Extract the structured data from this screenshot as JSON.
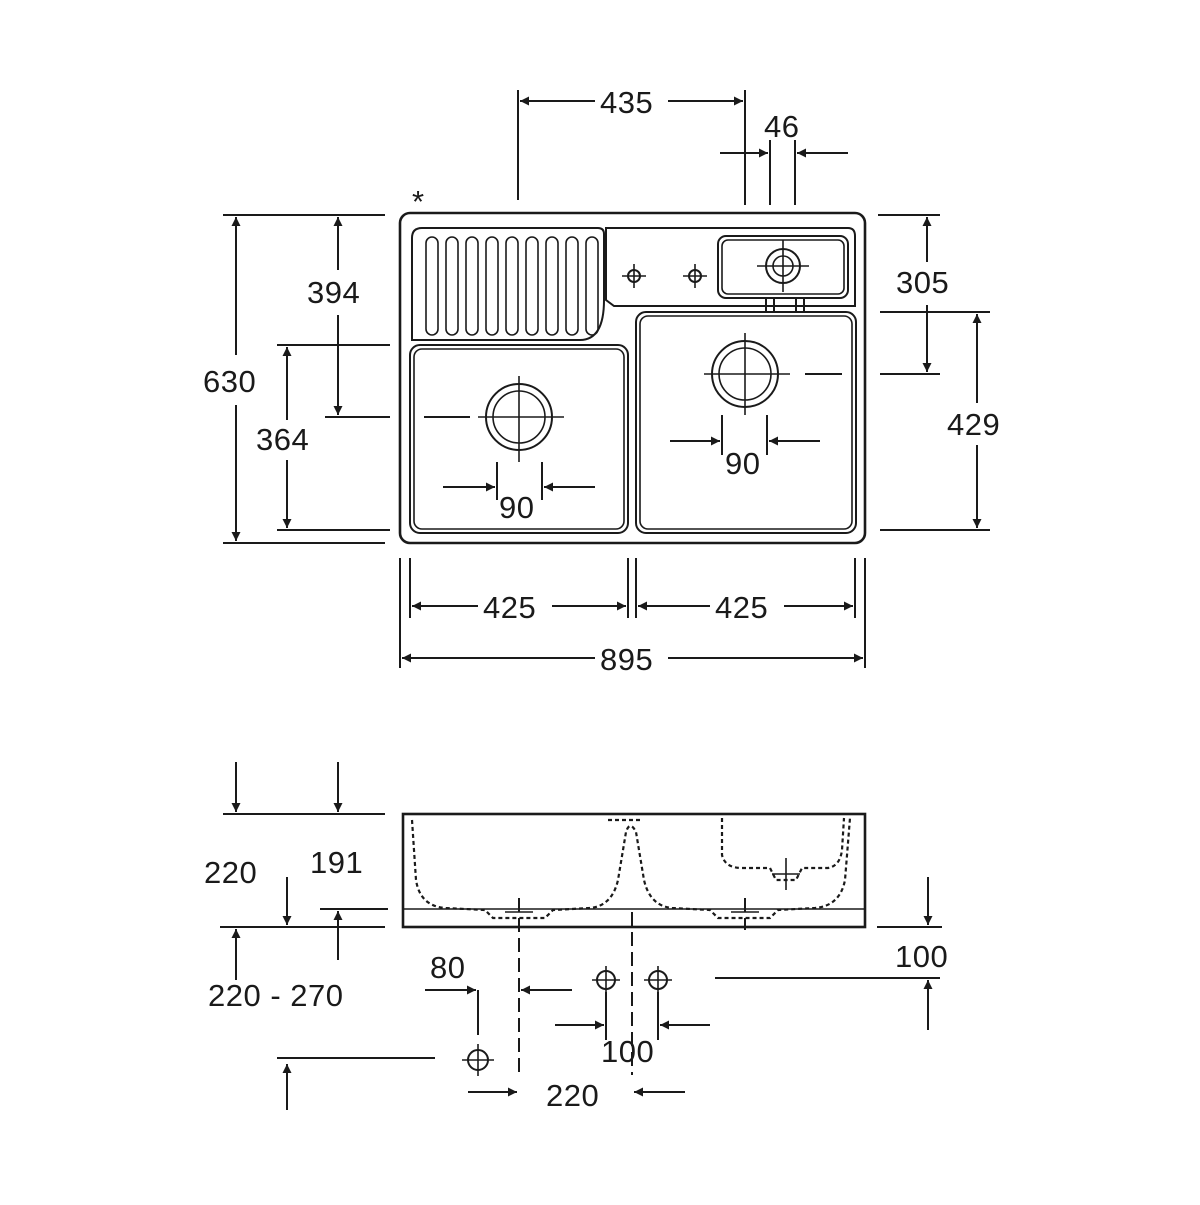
{
  "dimensions": {
    "top": {
      "width_435": "435",
      "width_46": "46",
      "depth_394": "394",
      "depth_305": "305",
      "height_630": "630",
      "depth_364": "364",
      "depth_429": "429",
      "drain_left_90": "90",
      "drain_right_90": "90",
      "bowl_left_425": "425",
      "bowl_right_425": "425",
      "total_895": "895",
      "corner_mark": "*"
    },
    "side": {
      "height_220": "220",
      "depth_191": "191",
      "range_220_270": "220 - 270",
      "offset_80": "80",
      "spacing_100": "100",
      "height_100": "100",
      "offset_220": "220"
    }
  }
}
